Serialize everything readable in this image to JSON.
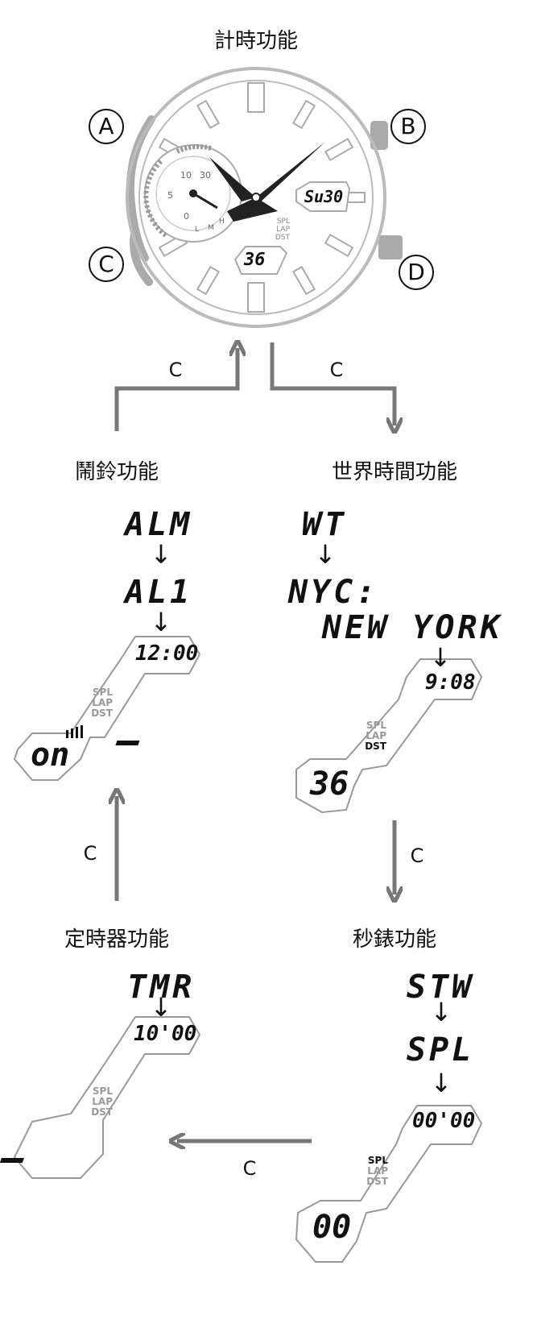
{
  "modes": {
    "timekeeping": "計時功能",
    "alarm": "鬧鈴功能",
    "world_time": "世界時間功能",
    "timer": "定時器功能",
    "stopwatch": "秒錶功能"
  },
  "buttons": {
    "a": "A",
    "b": "B",
    "c": "C",
    "d": "D"
  },
  "transition_button": "C",
  "watch": {
    "day_display": "Su30",
    "seconds_display": "36",
    "indicators": [
      "SPL",
      "LAP",
      "DST"
    ],
    "dial_numbers": [
      "10",
      "30",
      "5",
      "0"
    ],
    "power_marks": [
      "L",
      "M",
      "H"
    ]
  },
  "alarm": {
    "code1": "ALM",
    "code2": "AL1",
    "time": "12:00",
    "status": "on"
  },
  "world_time": {
    "code1": "WT",
    "city_code": "NYC:",
    "city_name": "NEW YORK",
    "time": "9:08",
    "seconds": "36"
  },
  "timer": {
    "code": "TMR",
    "time": "10'00"
  },
  "stopwatch": {
    "code1": "STW",
    "code2": "SPL",
    "time": "00'00",
    "seconds": "00"
  },
  "arrow_glyph": "↓"
}
